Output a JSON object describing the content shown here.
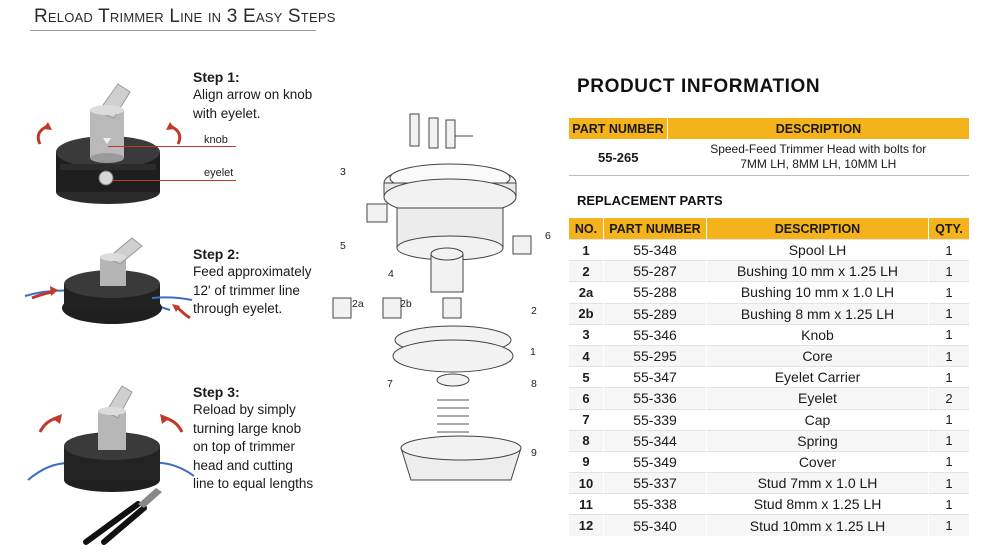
{
  "header": {
    "title": "Reload Trimmer Line in 3 Easy Steps"
  },
  "steps": [
    {
      "heading": "Step 1:",
      "text": "Align arrow on knob\nwith eyelet."
    },
    {
      "heading": "Step 2:",
      "text": "Feed approximately\n12' of trimmer line\nthrough eyelet."
    },
    {
      "heading": "Step 3:",
      "text": "Reload by simply\nturning large knob\non top of trimmer\nhead and cutting\nline to equal lengths"
    }
  ],
  "callouts": {
    "knob": "knob",
    "eyelet": "eyelet"
  },
  "diagram_labels": [
    "3",
    "5",
    "6",
    "4",
    "2a",
    "2b",
    "2",
    "1",
    "7",
    "8",
    "9"
  ],
  "product_info": {
    "title": "PRODUCT INFORMATION",
    "headers": {
      "part_number": "PART NUMBER",
      "description": "DESCRIPTION"
    },
    "row": {
      "part_number": "55-265",
      "description": "Speed-Feed  Trimmer Head with bolts for\n7MM LH, 8MM LH,  10MM LH"
    }
  },
  "replacement": {
    "title": "REPLACEMENT PARTS",
    "headers": {
      "no": "NO.",
      "part_number": "PART NUMBER",
      "description": "DESCRIPTION",
      "qty": "QTY."
    },
    "rows": [
      {
        "no": "1",
        "part": "55-348",
        "desc": "Spool LH",
        "qty": "1"
      },
      {
        "no": "2",
        "part": "55-287",
        "desc": "Bushing 10 mm x 1.25 LH",
        "qty": "1"
      },
      {
        "no": "2a",
        "part": "55-288",
        "desc": "Bushing 10 mm x 1.0 LH",
        "qty": "1"
      },
      {
        "no": "2b",
        "part": "55-289",
        "desc": "Bushing 8 mm x 1.25 LH",
        "qty": "1"
      },
      {
        "no": "3",
        "part": "55-346",
        "desc": "Knob",
        "qty": "1"
      },
      {
        "no": "4",
        "part": "55-295",
        "desc": "Core",
        "qty": "1"
      },
      {
        "no": "5",
        "part": "55-347",
        "desc": "Eyelet Carrier",
        "qty": "1"
      },
      {
        "no": "6",
        "part": "55-336",
        "desc": "Eyelet",
        "qty": "2"
      },
      {
        "no": "7",
        "part": "55-339",
        "desc": "Cap",
        "qty": "1"
      },
      {
        "no": "8",
        "part": "55-344",
        "desc": "Spring",
        "qty": "1"
      },
      {
        "no": "9",
        "part": "55-349",
        "desc": "Cover",
        "qty": "1"
      },
      {
        "no": "10",
        "part": "55-337",
        "desc": "Stud 7mm x 1.0 LH",
        "qty": "1"
      },
      {
        "no": "11",
        "part": "55-338",
        "desc": "Stud 8mm x 1.25 LH",
        "qty": "1"
      },
      {
        "no": "12",
        "part": "55-340",
        "desc": "Stud 10mm x 1.25 LH",
        "qty": "1"
      }
    ]
  }
}
